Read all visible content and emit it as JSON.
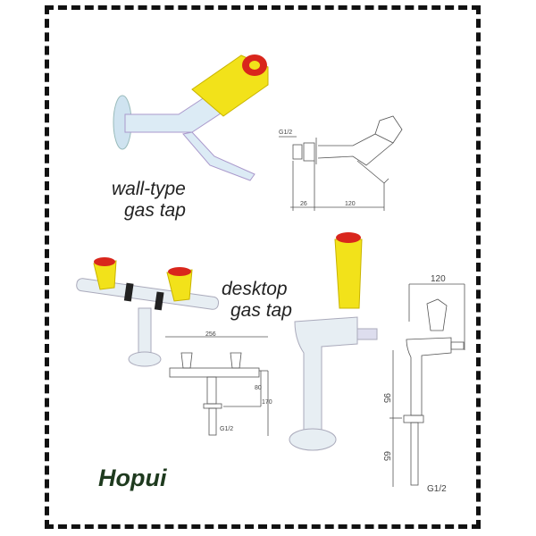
{
  "captions": {
    "wall_type": [
      "wall-type",
      "gas tap"
    ],
    "desktop": [
      "desktop",
      "gas tap"
    ]
  },
  "brand": "Hopui",
  "drawings": {
    "wall": {
      "thread": "G1/2",
      "dim_a": "26",
      "dim_b": "120"
    },
    "double": {
      "width": "256",
      "height_a": "80",
      "height_b": "170",
      "thread": "G1/2"
    },
    "single": {
      "width": "120",
      "height_a": "95",
      "height_b": "65",
      "thread": "G1/2"
    }
  },
  "colors": {
    "handle": "#f2e21a",
    "body": "#dcebf5",
    "cap": "#d9261c"
  }
}
